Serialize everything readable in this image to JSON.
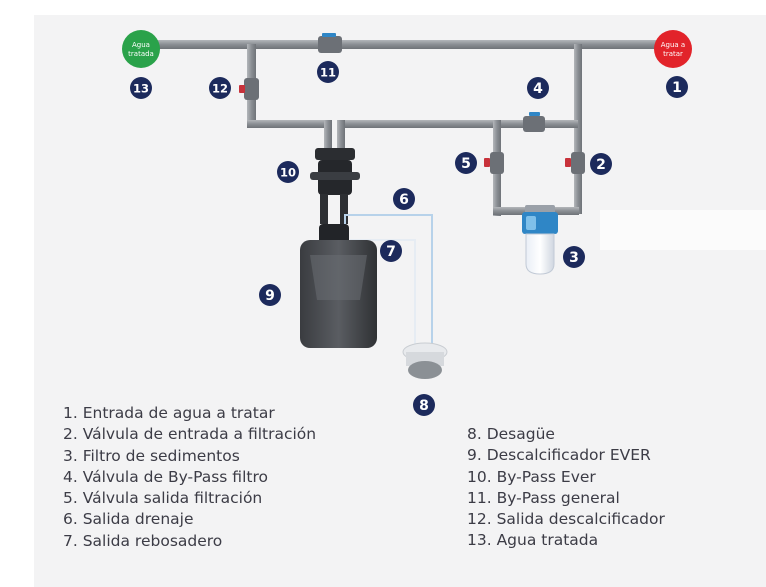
{
  "terminals": {
    "out_label_1": "Agua",
    "out_label_2": "tratada",
    "in_label_1": "Agua a",
    "in_label_2": "tratar"
  },
  "badges": [
    "1",
    "2",
    "3",
    "4",
    "5",
    "6",
    "7",
    "8",
    "9",
    "10",
    "11",
    "12",
    "13"
  ],
  "legend_left": [
    "1. Entrada de agua a tratar",
    "2. Válvula de entrada a filtración",
    "3. Filtro de sedimentos",
    "4. Válvula de By-Pass filtro",
    "5. Válvula salida filtración",
    "6. Salida drenaje",
    "7. Salida rebosadero"
  ],
  "legend_right": [
    "8. Desagüe",
    "9. Descalcificador EVER",
    "10. By-Pass Ever",
    "11. By-Pass general",
    "12. Salida descalcificador",
    "13. Agua tratada"
  ],
  "colors": {
    "badge": "#1c2a5c",
    "pipe": "#8d9196",
    "inlet": "#e2232a",
    "outlet": "#2aa24a",
    "valve_handle": "#c8323b",
    "filter_blue": "#2f86c6"
  }
}
